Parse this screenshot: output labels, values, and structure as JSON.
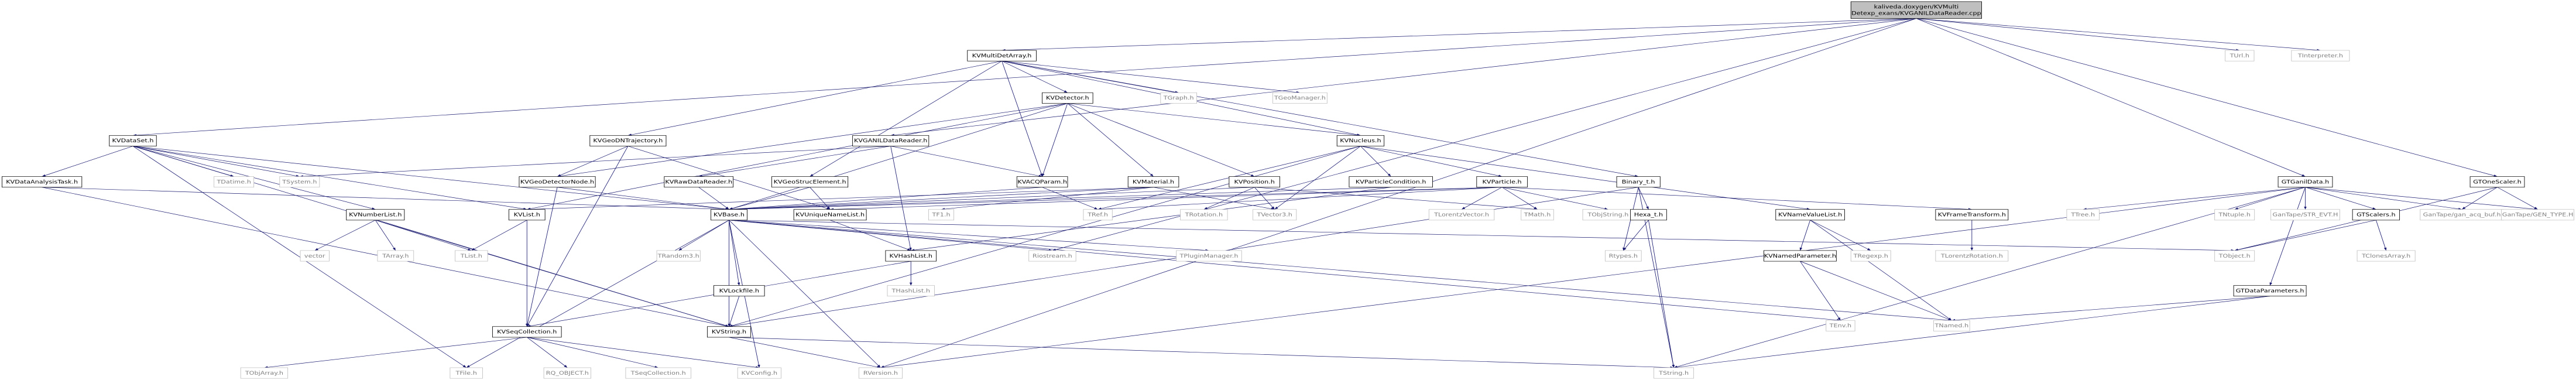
{
  "colors": {
    "edge": "#191970",
    "root_fill": "#bfbfbf",
    "node_border": "#000000",
    "external_border": "#bfbfbf",
    "external_text": "#808080"
  },
  "nodes": [
    {
      "id": "root",
      "lines": [
        "kaliveda.doxygen/KVMulti",
        "Detexp_exans/KVGANILDataReader.cpp"
      ],
      "style": "gray"
    },
    {
      "id": "multidetarray",
      "lines": [
        "KVMultiDetArray.h"
      ],
      "style": "white"
    },
    {
      "id": "tunit",
      "lines": [
        "TUrl.h"
      ],
      "style": "ext"
    },
    {
      "id": "tinterp",
      "lines": [
        "TInterpreter.h"
      ],
      "style": "ext"
    },
    {
      "id": "kvdetector",
      "lines": [
        "KVDetector.h"
      ],
      "style": "white"
    },
    {
      "id": "tgraph",
      "lines": [
        "TGraph.h"
      ],
      "style": "ext"
    },
    {
      "id": "tgeomgr",
      "lines": [
        "TGeoManager.h"
      ],
      "style": "ext"
    },
    {
      "id": "kvdataset",
      "lines": [
        "KVDataSet.h"
      ],
      "style": "white"
    },
    {
      "id": "kvgeodntraj",
      "lines": [
        "KVGeoDNTrajectory.h"
      ],
      "style": "white"
    },
    {
      "id": "kvganildr",
      "lines": [
        "KVGANILDataReader.h"
      ],
      "style": "white"
    },
    {
      "id": "kvnucleus",
      "lines": [
        "KVNucleus.h"
      ],
      "style": "white"
    },
    {
      "id": "gtganildata",
      "lines": [
        "GTGanilData.h"
      ],
      "style": "white"
    },
    {
      "id": "gtonescaler",
      "lines": [
        "GTOneScaler.h"
      ],
      "style": "white"
    },
    {
      "id": "kvdatanaltask",
      "lines": [
        "KVDataAnalysisTask.h"
      ],
      "style": "white"
    },
    {
      "id": "tdatime",
      "lines": [
        "TDatime.h"
      ],
      "style": "ext"
    },
    {
      "id": "tsystem",
      "lines": [
        "TSystem.h"
      ],
      "style": "ext"
    },
    {
      "id": "kvgeodetnode",
      "lines": [
        "KVGeoDetectorNode.h"
      ],
      "style": "white"
    },
    {
      "id": "kvrawdr",
      "lines": [
        "KVRawDataReader.h"
      ],
      "style": "white"
    },
    {
      "id": "kvacqparam",
      "lines": [
        "KVACQParam.h"
      ],
      "style": "white"
    },
    {
      "id": "kvgeostruc",
      "lines": [
        "KVGeoStrucElement.h"
      ],
      "style": "white"
    },
    {
      "id": "kvmaterial",
      "lines": [
        "KVMaterial.h"
      ],
      "style": "white"
    },
    {
      "id": "kvposition",
      "lines": [
        "KVPosition.h"
      ],
      "style": "white"
    },
    {
      "id": "kvpartcond",
      "lines": [
        "KVParticleCondition.h"
      ],
      "style": "white"
    },
    {
      "id": "kvparticle",
      "lines": [
        "KVParticle.h"
      ],
      "style": "white"
    },
    {
      "id": "binaryt",
      "lines": [
        "Binary_t.h"
      ],
      "style": "white"
    },
    {
      "id": "kvnumberlist",
      "lines": [
        "KVNumberList.h"
      ],
      "style": "white"
    },
    {
      "id": "kvlist",
      "lines": [
        "KVList.h"
      ],
      "style": "white"
    },
    {
      "id": "kvbase",
      "lines": [
        "KVBase.h"
      ],
      "style": "white"
    },
    {
      "id": "kvuniquename",
      "lines": [
        "KVUniqueNameList.h"
      ],
      "style": "white"
    },
    {
      "id": "tf1",
      "lines": [
        "TF1.h"
      ],
      "style": "ext"
    },
    {
      "id": "trotation",
      "lines": [
        "TRotation.h"
      ],
      "style": "ext"
    },
    {
      "id": "tvector3",
      "lines": [
        "TVector3.h"
      ],
      "style": "ext"
    },
    {
      "id": "tref",
      "lines": [
        "TRef.h"
      ],
      "style": "ext"
    },
    {
      "id": "tlorentzv",
      "lines": [
        "TLorentzVector.h"
      ],
      "style": "ext"
    },
    {
      "id": "tmath",
      "lines": [
        "TMath.h"
      ],
      "style": "ext"
    },
    {
      "id": "tobjstring",
      "lines": [
        "TObjString.h"
      ],
      "style": "ext"
    },
    {
      "id": "hexat",
      "lines": [
        "Hexa_t.h"
      ],
      "style": "white"
    },
    {
      "id": "kvnamedvaluelist",
      "lines": [
        "KVNameValueList.h"
      ],
      "style": "white"
    },
    {
      "id": "kvframetransform",
      "lines": [
        "KVFrameTransform.h"
      ],
      "style": "white"
    },
    {
      "id": "ttree",
      "lines": [
        "TTree.h"
      ],
      "style": "ext"
    },
    {
      "id": "tntuple",
      "lines": [
        "TNtuple.h"
      ],
      "style": "ext"
    },
    {
      "id": "gantapestr",
      "lines": [
        "GanTape/STR_EVT.H"
      ],
      "style": "ext"
    },
    {
      "id": "gtscalers",
      "lines": [
        "GTScalers.h"
      ],
      "style": "white"
    },
    {
      "id": "gantapeacq",
      "lines": [
        "GanTape/gan_acq_buf.h"
      ],
      "style": "ext"
    },
    {
      "id": "gantapegen",
      "lines": [
        "GanTape/GEN_TYPE.H"
      ],
      "style": "ext"
    },
    {
      "id": "vector",
      "lines": [
        "vector"
      ],
      "style": "ext"
    },
    {
      "id": "tarray",
      "lines": [
        "TArray.h"
      ],
      "style": "ext"
    },
    {
      "id": "tlist",
      "lines": [
        "TList.h"
      ],
      "style": "ext"
    },
    {
      "id": "trandom3",
      "lines": [
        "TRandom3.h"
      ],
      "style": "ext"
    },
    {
      "id": "kvhashlist",
      "lines": [
        "KVHashList.h"
      ],
      "style": "white"
    },
    {
      "id": "riostream",
      "lines": [
        "Riostream.h"
      ],
      "style": "ext"
    },
    {
      "id": "tpluginmgr",
      "lines": [
        "TPluginManager.h"
      ],
      "style": "ext"
    },
    {
      "id": "rtypes",
      "lines": [
        "Rtypes.h"
      ],
      "style": "ext"
    },
    {
      "id": "kvnamedparam",
      "lines": [
        "KVNamedParameter.h"
      ],
      "style": "white"
    },
    {
      "id": "tregexp",
      "lines": [
        "TRegexp.h"
      ],
      "style": "ext"
    },
    {
      "id": "tlorentzrot",
      "lines": [
        "TLorentzRotation.h"
      ],
      "style": "ext"
    },
    {
      "id": "tobject",
      "lines": [
        "TObject.h"
      ],
      "style": "ext"
    },
    {
      "id": "tclonesarray",
      "lines": [
        "TClonesArray.h"
      ],
      "style": "ext"
    },
    {
      "id": "kvlockfile",
      "lines": [
        "KVLockfile.h"
      ],
      "style": "white"
    },
    {
      "id": "thashlist",
      "lines": [
        "THashList.h"
      ],
      "style": "ext"
    },
    {
      "id": "gtdataparams",
      "lines": [
        "GTDataParameters.h"
      ],
      "style": "white"
    },
    {
      "id": "kvseqcoll",
      "lines": [
        "KVSeqCollection.h"
      ],
      "style": "white"
    },
    {
      "id": "kvstring",
      "lines": [
        "KVString.h"
      ],
      "style": "white"
    },
    {
      "id": "tenv",
      "lines": [
        "TEnv.h"
      ],
      "style": "ext"
    },
    {
      "id": "tnamed",
      "lines": [
        "TNamed.h"
      ],
      "style": "ext"
    },
    {
      "id": "tobjarray",
      "lines": [
        "TObjArray.h"
      ],
      "style": "ext"
    },
    {
      "id": "tfileh",
      "lines": [
        "TFile.h"
      ],
      "style": "ext"
    },
    {
      "id": "rqobject",
      "lines": [
        "RQ_OBJECT.h"
      ],
      "style": "ext"
    },
    {
      "id": "tseqcoll",
      "lines": [
        "TSeqCollection.h"
      ],
      "style": "ext"
    },
    {
      "id": "kvconfig",
      "lines": [
        "KVConfig.h"
      ],
      "style": "ext"
    },
    {
      "id": "rversion",
      "lines": [
        "RVersion.h"
      ],
      "style": "ext"
    },
    {
      "id": "tstring",
      "lines": [
        "TString.h"
      ],
      "style": "ext"
    }
  ],
  "edges": [
    [
      "root",
      "multidetarray"
    ],
    [
      "root",
      "tunit"
    ],
    [
      "root",
      "tinterp"
    ],
    [
      "root",
      "kvdataset"
    ],
    [
      "root",
      "kvganildr"
    ],
    [
      "root",
      "gtganildata"
    ],
    [
      "root",
      "gtonescaler"
    ],
    [
      "root",
      "riostream"
    ],
    [
      "root",
      "rversion"
    ],
    [
      "multidetarray",
      "kvdetector"
    ],
    [
      "multidetarray",
      "tgraph"
    ],
    [
      "multidetarray",
      "tgeomgr"
    ],
    [
      "multidetarray",
      "kvgeodntraj"
    ],
    [
      "multidetarray",
      "kvnucleus"
    ],
    [
      "multidetarray",
      "kvgeostruc"
    ],
    [
      "multidetarray",
      "binaryt"
    ],
    [
      "multidetarray",
      "kvacqparam"
    ],
    [
      "kvdetector",
      "kvmaterial"
    ],
    [
      "kvdetector",
      "kvposition"
    ],
    [
      "kvdetector",
      "kvacqparam"
    ],
    [
      "kvdetector",
      "kvgeodetnode"
    ],
    [
      "kvdetector",
      "kvbase"
    ],
    [
      "kvdetector",
      "kvlist"
    ],
    [
      "kvdetector",
      "kvnucleus"
    ],
    [
      "kvdataset",
      "kvdatanaltask"
    ],
    [
      "kvdataset",
      "tdatime"
    ],
    [
      "kvdataset",
      "tsystem"
    ],
    [
      "kvdataset",
      "kvnumberlist"
    ],
    [
      "kvdataset",
      "kvlist"
    ],
    [
      "kvdataset",
      "kvbase"
    ],
    [
      "kvdataset",
      "kvstring"
    ],
    [
      "kvdataset",
      "tfileh"
    ],
    [
      "kvdatanaltask",
      "kvbase"
    ],
    [
      "kvdatanaltask",
      "kvstring"
    ],
    [
      "kvgeodntraj",
      "kvgeodetnode"
    ],
    [
      "kvgeodntraj",
      "kvseqcoll"
    ],
    [
      "kvgeodntraj",
      "kvuniquename"
    ],
    [
      "kvganildr",
      "kvrawdr"
    ],
    [
      "kvganildr",
      "kvacqparam"
    ],
    [
      "kvganildr",
      "kvhashlist"
    ],
    [
      "kvganildr",
      "tsystem"
    ],
    [
      "kvnucleus",
      "kvparticle"
    ],
    [
      "kvnucleus",
      "kvpartcond"
    ],
    [
      "kvnucleus",
      "kvnamedvaluelist"
    ],
    [
      "kvnucleus",
      "tvector3"
    ],
    [
      "kvnucleus",
      "tref"
    ],
    [
      "kvnucleus",
      "kvstring"
    ],
    [
      "kvgeodetnode",
      "kvbase"
    ],
    [
      "kvgeodetnode",
      "kvseqcoll"
    ],
    [
      "kvrawdr",
      "kvbase"
    ],
    [
      "kvacqparam",
      "kvbase"
    ],
    [
      "kvacqparam",
      "tref"
    ],
    [
      "kvgeostruc",
      "kvbase"
    ],
    [
      "kvgeostruc",
      "kvuniquename"
    ],
    [
      "kvmaterial",
      "kvbase"
    ],
    [
      "kvmaterial",
      "tf1"
    ],
    [
      "kvmaterial",
      "tvector3"
    ],
    [
      "kvmaterial",
      "kvlist"
    ],
    [
      "kvposition",
      "tvector3"
    ],
    [
      "kvposition",
      "trotation"
    ],
    [
      "kvposition",
      "tmath"
    ],
    [
      "kvposition",
      "kvbase"
    ],
    [
      "kvparticle",
      "kvbase"
    ],
    [
      "kvparticle",
      "tlorentzv"
    ],
    [
      "kvparticle",
      "tmath"
    ],
    [
      "kvparticle",
      "tobjstring"
    ],
    [
      "kvparticle",
      "kvuniquename"
    ],
    [
      "kvparticle",
      "kvframetransform"
    ],
    [
      "kvparticle",
      "tref"
    ],
    [
      "kvpartcond",
      "kvbase"
    ],
    [
      "kvpartcond",
      "kvhashlist"
    ],
    [
      "binaryt",
      "hexat"
    ],
    [
      "binaryt",
      "kvstring"
    ],
    [
      "binaryt",
      "tstring"
    ],
    [
      "binaryt",
      "rtypes"
    ],
    [
      "kvnumberlist",
      "vector"
    ],
    [
      "kvnumberlist",
      "tarray"
    ],
    [
      "kvnumberlist",
      "tlist"
    ],
    [
      "kvnumberlist",
      "kvstring"
    ],
    [
      "kvlist",
      "kvseqcoll"
    ],
    [
      "kvlist",
      "tlist"
    ],
    [
      "kvbase",
      "trandom3"
    ],
    [
      "kvbase",
      "kvlockfile"
    ],
    [
      "kvbase",
      "riostream"
    ],
    [
      "kvbase",
      "tpluginmgr"
    ],
    [
      "kvbase",
      "kvstring"
    ],
    [
      "kvbase",
      "rversion"
    ],
    [
      "kvbase",
      "tenv"
    ],
    [
      "kvbase",
      "tnamed"
    ],
    [
      "kvbase",
      "tobject"
    ],
    [
      "kvbase",
      "kvconfig"
    ],
    [
      "kvbase",
      "tfileh"
    ],
    [
      "kvuniquename",
      "kvhashlist"
    ],
    [
      "kvhashlist",
      "kvseqcoll"
    ],
    [
      "kvhashlist",
      "thashlist"
    ],
    [
      "kvlockfile",
      "kvstring"
    ],
    [
      "hexat",
      "rtypes"
    ],
    [
      "hexat",
      "tstring"
    ],
    [
      "kvnamedvaluelist",
      "kvnamedparam"
    ],
    [
      "kvnamedvaluelist",
      "tregexp"
    ],
    [
      "kvnamedvaluelist",
      "tnamed"
    ],
    [
      "kvnamedparam",
      "tenv"
    ],
    [
      "kvnamedparam",
      "tnamed"
    ],
    [
      "kvframetransform",
      "tlorentzrot"
    ],
    [
      "gtganildata",
      "ttree"
    ],
    [
      "gtganildata",
      "tntuple"
    ],
    [
      "gtganildata",
      "gantapestr"
    ],
    [
      "gtganildata",
      "gtscalers"
    ],
    [
      "gtganildata",
      "gantapeacq"
    ],
    [
      "gtganildata",
      "gantapegen"
    ],
    [
      "gtganildata",
      "gtdataparams"
    ],
    [
      "gtganildata",
      "rversion"
    ],
    [
      "gtganildata",
      "tstring"
    ],
    [
      "gtscalers",
      "tobject"
    ],
    [
      "gtscalers",
      "tclonesarray"
    ],
    [
      "gtonescaler",
      "gantapeacq"
    ],
    [
      "gtonescaler",
      "gantapegen"
    ],
    [
      "gtonescaler",
      "tobject"
    ],
    [
      "gtdataparams",
      "tnamed"
    ],
    [
      "gtdataparams",
      "tstring"
    ],
    [
      "kvseqcoll",
      "tobjarray"
    ],
    [
      "kvseqcoll",
      "rqobject"
    ],
    [
      "kvseqcoll",
      "tseqcoll"
    ],
    [
      "kvseqcoll",
      "kvconfig"
    ],
    [
      "kvstring",
      "tstring"
    ],
    [
      "kvstring",
      "rversion"
    ]
  ]
}
